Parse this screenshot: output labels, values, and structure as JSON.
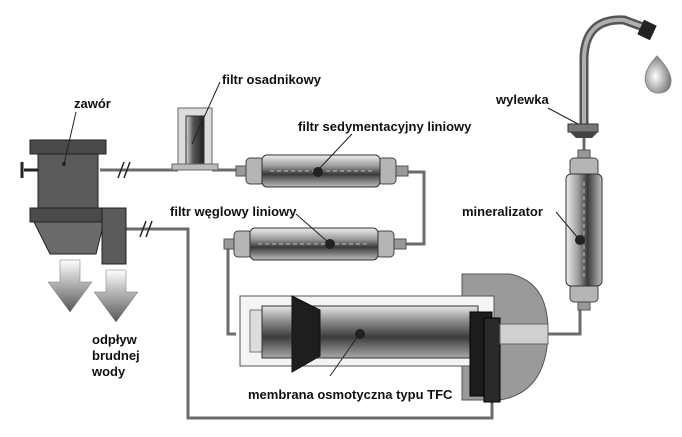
{
  "labels": {
    "valve": "zawór",
    "sediment_filter": "filtr osadnikowy",
    "inline_sediment_filter": "filtr sedymentacyjny liniowy",
    "inline_carbon_filter": "filtr węglowy liniowy",
    "spout": "wylewka",
    "mineralizer": "mineralizator",
    "membrane": "membrana osmotyczna typu TFC",
    "drain_line1": "odpływ",
    "drain_line2": "brudnej",
    "drain_line3": "wody"
  }
}
